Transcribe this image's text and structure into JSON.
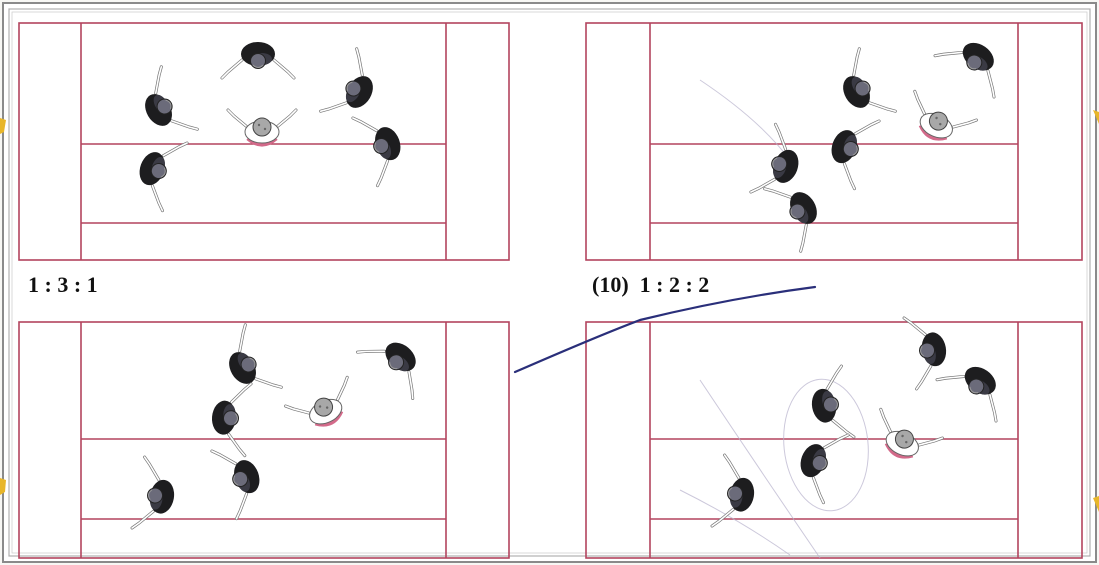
{
  "colors": {
    "court_line": "#b3445e",
    "paper": "#ffffff",
    "frame": "#8a8a8a",
    "dark_player": "#1d1d1f",
    "dark_player_shade": "#6b6b7a",
    "light_player": "#d9d9d9",
    "skirt": "#d36a8a",
    "pen_line": "#2a2f7a",
    "pencil": "#b7b2cc",
    "margin_marks": "#e8b62a"
  },
  "labels": {
    "formation_left": "1 : 3 : 1",
    "formation_right": "(10)  1 : 2 : 2"
  },
  "panels": [
    {
      "id": "top-left",
      "players": [
        {
          "kind": "dark",
          "role": "net-player"
        },
        {
          "kind": "dark",
          "role": "left-back"
        },
        {
          "kind": "dark",
          "role": "left-front"
        },
        {
          "kind": "dark",
          "role": "right-back"
        },
        {
          "kind": "dark",
          "role": "right-front"
        },
        {
          "kind": "light",
          "role": "setter"
        }
      ]
    },
    {
      "id": "top-right",
      "players": [
        {
          "kind": "dark"
        },
        {
          "kind": "dark"
        },
        {
          "kind": "dark"
        },
        {
          "kind": "dark"
        },
        {
          "kind": "dark"
        },
        {
          "kind": "light"
        }
      ]
    },
    {
      "id": "bottom-left",
      "players": [
        {
          "kind": "dark"
        },
        {
          "kind": "dark"
        },
        {
          "kind": "dark"
        },
        {
          "kind": "dark"
        },
        {
          "kind": "dark"
        },
        {
          "kind": "light"
        }
      ]
    },
    {
      "id": "bottom-right",
      "players": [
        {
          "kind": "dark"
        },
        {
          "kind": "dark"
        },
        {
          "kind": "dark"
        },
        {
          "kind": "dark"
        },
        {
          "kind": "dark"
        },
        {
          "kind": "light"
        }
      ]
    }
  ]
}
